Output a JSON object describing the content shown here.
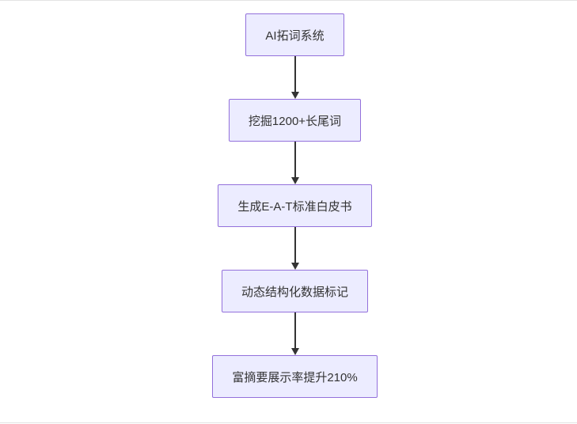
{
  "diagram": {
    "type": "flowchart",
    "direction": "top-down",
    "nodes": [
      {
        "id": "A",
        "label": "AI拓词系统"
      },
      {
        "id": "B",
        "label": "挖掘1200+长尾词"
      },
      {
        "id": "C",
        "label": "生成E-A-T标准白皮书"
      },
      {
        "id": "D",
        "label": "动态结构化数据标记"
      },
      {
        "id": "E",
        "label": "富摘要展示率提升210%"
      }
    ],
    "edges": [
      {
        "from": "A",
        "to": "B"
      },
      {
        "from": "B",
        "to": "C"
      },
      {
        "from": "C",
        "to": "D"
      },
      {
        "from": "D",
        "to": "E"
      }
    ],
    "colors": {
      "node_fill": "#ECECFF",
      "node_border": "#9370DB",
      "arrow": "#333333",
      "text": "#333333"
    }
  }
}
